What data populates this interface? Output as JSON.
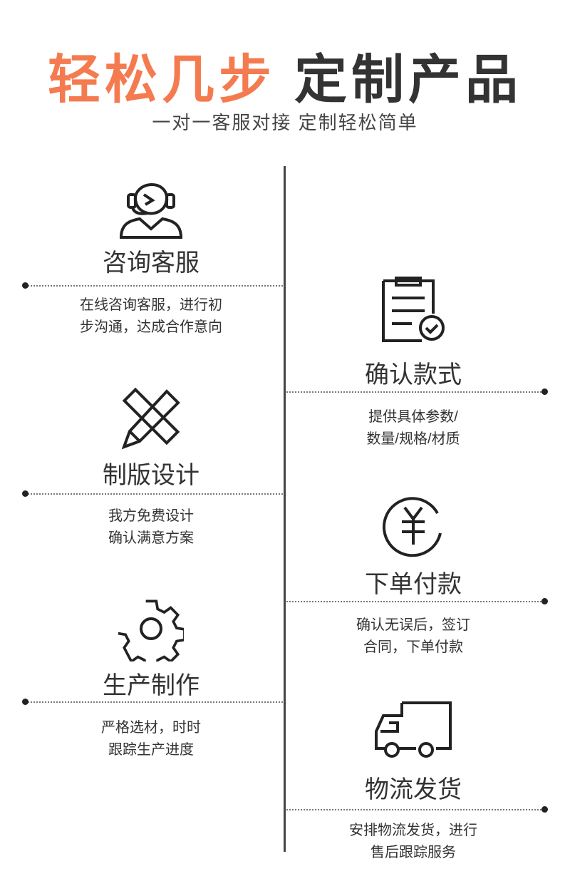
{
  "header": {
    "title_orange": "轻松几步",
    "title_dark": "定制产品",
    "subtitle": "一对一客服对接 定制轻松简单"
  },
  "colors": {
    "accent": "#F47B4F",
    "text": "#333333"
  },
  "steps": [
    {
      "title": "咨询客服",
      "icon": "customer-service-icon",
      "desc1": "在线咨询客服，进行初",
      "desc2": "步沟通，达成合作意向"
    },
    {
      "title": "确认款式",
      "icon": "checklist-icon",
      "desc1": "提供具体参数/",
      "desc2": "数量/规格/材质"
    },
    {
      "title": "制版设计",
      "icon": "pencil-ruler-icon",
      "desc1": "我方免费设计",
      "desc2": "确认满意方案"
    },
    {
      "title": "下单付款",
      "icon": "yuan-icon",
      "desc1": "确认无误后，签订",
      "desc2": "合同，下单付款"
    },
    {
      "title": "生产制作",
      "icon": "gear-icon",
      "desc1": "严格选材，时时",
      "desc2": "跟踪生产进度"
    },
    {
      "title": "物流发货",
      "icon": "truck-icon",
      "desc1": "安排物流发货，进行",
      "desc2": "售后跟踪服务"
    }
  ]
}
